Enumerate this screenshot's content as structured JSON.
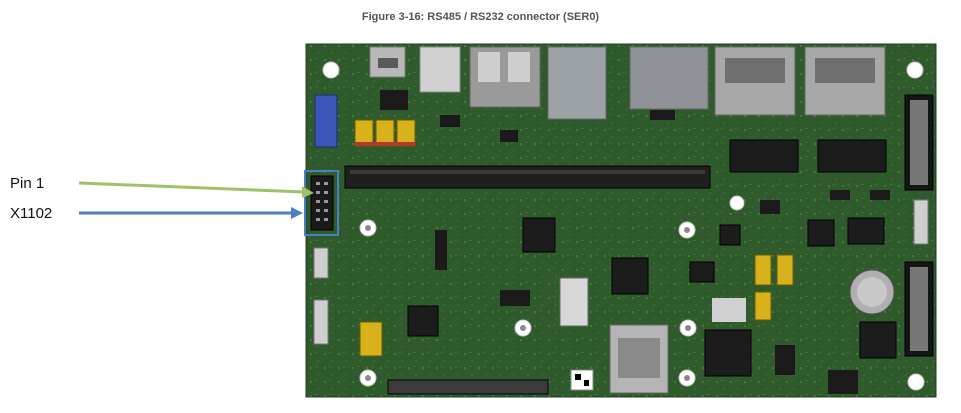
{
  "figure": {
    "caption": "Figure 3-16: RS485 / RS232 connector (SER0)"
  },
  "callouts": {
    "pin1_label": "Pin 1",
    "connector_label": "X1102",
    "pin1_arrow_color": "#9cc26a",
    "connector_arrow_color": "#4a7fc1",
    "highlight_box_color": "#4a7fc1"
  },
  "board": {
    "pcb_color": "#2f5a2c",
    "description_icon": "pcb-render-image"
  }
}
